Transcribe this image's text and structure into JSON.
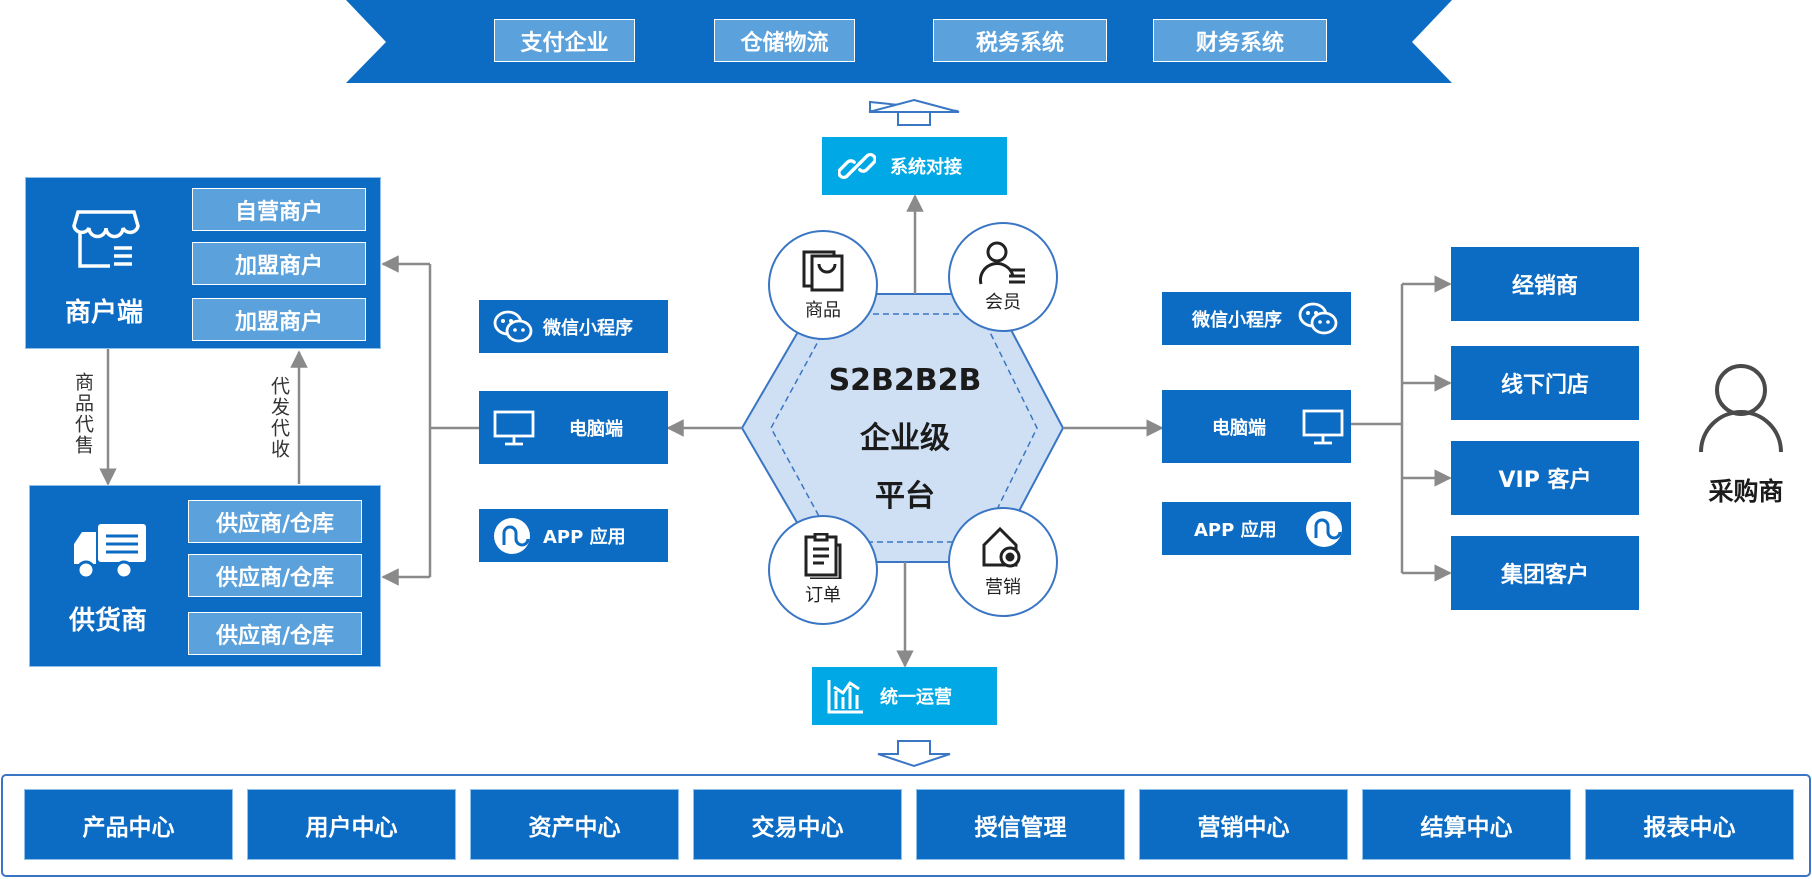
{
  "colors": {
    "primary_blue": "#0c6bc3",
    "light_blue": "#5ba1dc",
    "cyan": "#00a8e6",
    "hex_fill": "#cfe0f5",
    "arrow_gray": "#8a8a8a"
  },
  "external_systems": [
    "支付企业",
    "仓储物流",
    "税务系统",
    "财务系统"
  ],
  "system_link": {
    "label": "系统对接",
    "icon": "link-icon"
  },
  "unified_ops": {
    "label": "统一运营",
    "icon": "bar-chart-icon"
  },
  "platform": {
    "line1": "S2B2B2B",
    "line2": "企业级",
    "line3": "平台"
  },
  "platform_nodes": [
    {
      "label": "商品",
      "icon": "shopping-bag-icon"
    },
    {
      "label": "会员",
      "icon": "member-icon"
    },
    {
      "label": "订单",
      "icon": "order-icon"
    },
    {
      "label": "营销",
      "icon": "marketing-icon"
    }
  ],
  "merchant": {
    "title": "商户端",
    "icon": "storefront-icon",
    "items": [
      "自营商户",
      "加盟商户",
      "加盟商户"
    ]
  },
  "supplier": {
    "title": "供货商",
    "icon": "delivery-truck-icon",
    "items": [
      "供应商/仓库",
      "供应商/仓库",
      "供应商/仓库"
    ]
  },
  "flow_labels": {
    "down": "商品代售",
    "up": "代发代收"
  },
  "left_channels": [
    {
      "label": "微信小程序",
      "icon": "wechat-icon"
    },
    {
      "label": "电脑端",
      "icon": "monitor-icon"
    },
    {
      "label": "APP 应用",
      "icon": "app-icon"
    }
  ],
  "right_channels": [
    {
      "label": "微信小程序",
      "icon": "wechat-icon"
    },
    {
      "label": "电脑端",
      "icon": "monitor-icon"
    },
    {
      "label": "APP 应用",
      "icon": "app-icon"
    }
  ],
  "customers": [
    "经销商",
    "线下门店",
    "VIP 客户",
    "集团客户"
  ],
  "buyer": {
    "label": "采购商",
    "icon": "person-icon"
  },
  "modules": [
    "产品中心",
    "用户中心",
    "资产中心",
    "交易中心",
    "授信管理",
    "营销中心",
    "结算中心",
    "报表中心"
  ]
}
